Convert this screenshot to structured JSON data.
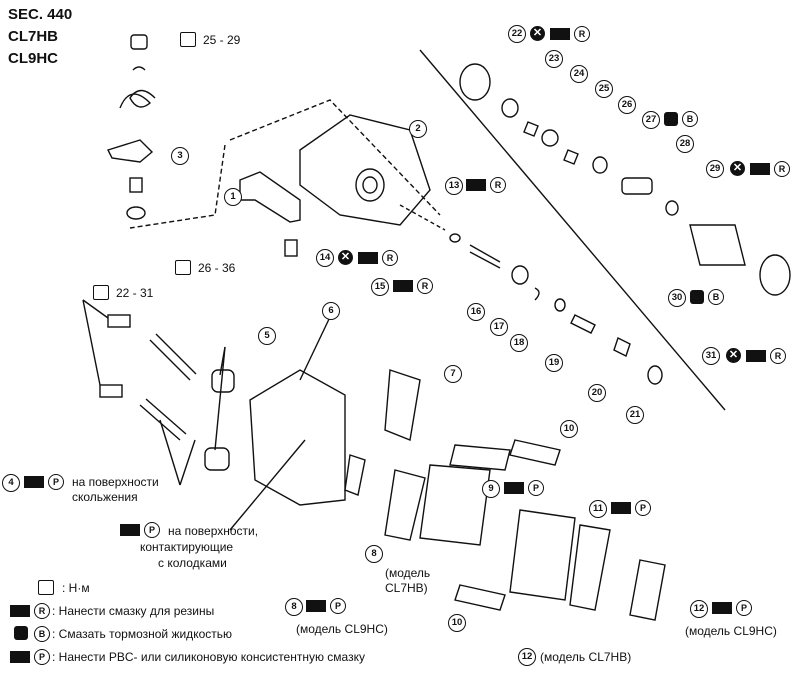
{
  "header": {
    "sec": "SEC. 440",
    "model_a": "CL7HB",
    "model_b": "CL9HC"
  },
  "torque": {
    "t1": "25 - 29",
    "t2": "26 - 36",
    "t3": "22 - 31"
  },
  "notes": {
    "n4_line1": "на поверхности",
    "n4_line2": "скольжения",
    "n5_line1": "на поверхности,",
    "n5_line2": "контактирующие",
    "n5_line3": "с колодками",
    "n8_line1": "(модель",
    "n8_line2": "CL7HB)",
    "model_cl9hc": "(модель CL9HC)",
    "model_cl7hb": "(модель CL7HB)"
  },
  "legend": {
    "torque_unit": ": Н·м",
    "rubber_grease": ": Нанести смазку для резины",
    "brake_fluid": ": Смазать тормозной жидкостью",
    "pbc_grease": ": Нанести PBC- или силиконовую консистентную смазку"
  },
  "symbols": {
    "letter_r": "R",
    "letter_p": "P",
    "letter_b": "B",
    "x_mark": "✕",
    "grease_icon": "grease-gun-icon",
    "fluid_icon": "brake-fluid-can-icon",
    "torque_icon": "wrench-socket-icon"
  },
  "callouts": [
    "1",
    "2",
    "3",
    "4",
    "5",
    "6",
    "7",
    "8",
    "9",
    "10",
    "11",
    "12",
    "13",
    "14",
    "15",
    "16",
    "17",
    "18",
    "19",
    "20",
    "21",
    "22",
    "23",
    "24",
    "25",
    "26",
    "27",
    "28",
    "29",
    "30",
    "31"
  ]
}
